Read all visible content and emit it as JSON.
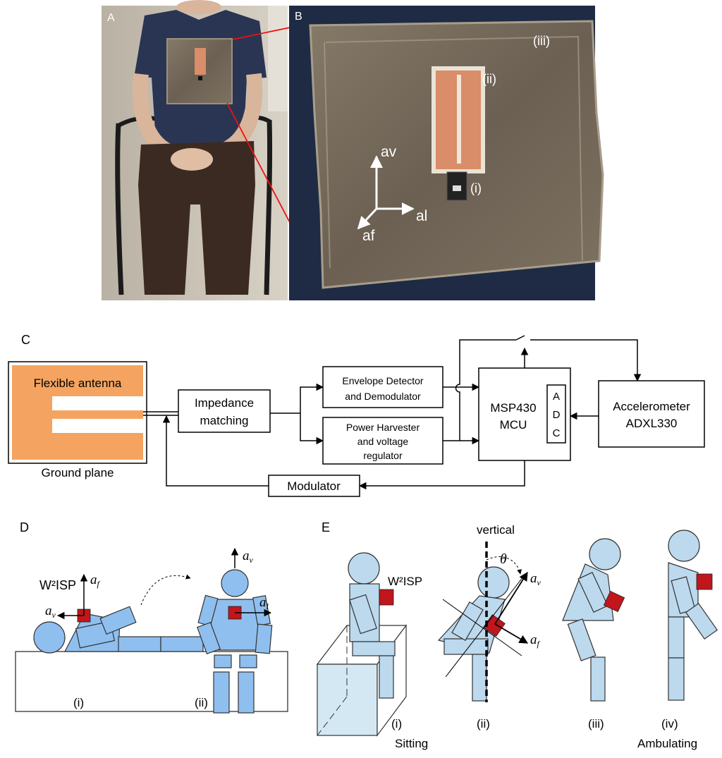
{
  "panels": {
    "a": {
      "label": "A"
    },
    "b": {
      "label": "B",
      "axes": {
        "vertical": "av",
        "lateral": "al",
        "frontal": "af"
      },
      "callouts": {
        "chip": "(i)",
        "antenna": "(ii)",
        "substrate": "(iii)"
      }
    },
    "c": {
      "label": "C"
    },
    "d": {
      "label": "D",
      "sensor_label": "W²ISP",
      "sub": {
        "i": "(i)",
        "ii": "(ii)"
      }
    },
    "e": {
      "label": "E",
      "vertical_label": "vertical",
      "theta": "θ",
      "sensor_label": "W²ISP",
      "sub": {
        "i": "(i)",
        "ii": "(ii)",
        "iii": "(iii)",
        "iv": "(iv)"
      },
      "captions": {
        "i": "Sitting",
        "iv": "Ambulating"
      }
    }
  },
  "block_diagram": {
    "antenna": "Flexible antenna",
    "ground_plane": "Ground plane",
    "impedance": [
      "Impedance",
      "matching"
    ],
    "envelope": [
      "Envelope Detector",
      "and Demodulator"
    ],
    "harvester": [
      "Power Harvester",
      "and voltage",
      "regulator"
    ],
    "mcu": [
      "MSP430",
      "MCU"
    ],
    "adc": [
      "A",
      "D",
      "C"
    ],
    "accelerometer": [
      "Accelerometer",
      "ADXL330"
    ],
    "modulator": "Modulator"
  },
  "axis_symbols": {
    "av": "a",
    "av_sub": "v",
    "af": "a",
    "af_sub": "f",
    "al": "a",
    "al_sub": "l"
  },
  "colors": {
    "antenna": "#f4a460",
    "sensor": "#c0161c",
    "body": "#bcd9ee",
    "shirt": "#2a3553",
    "fabric": "#6b6052"
  }
}
